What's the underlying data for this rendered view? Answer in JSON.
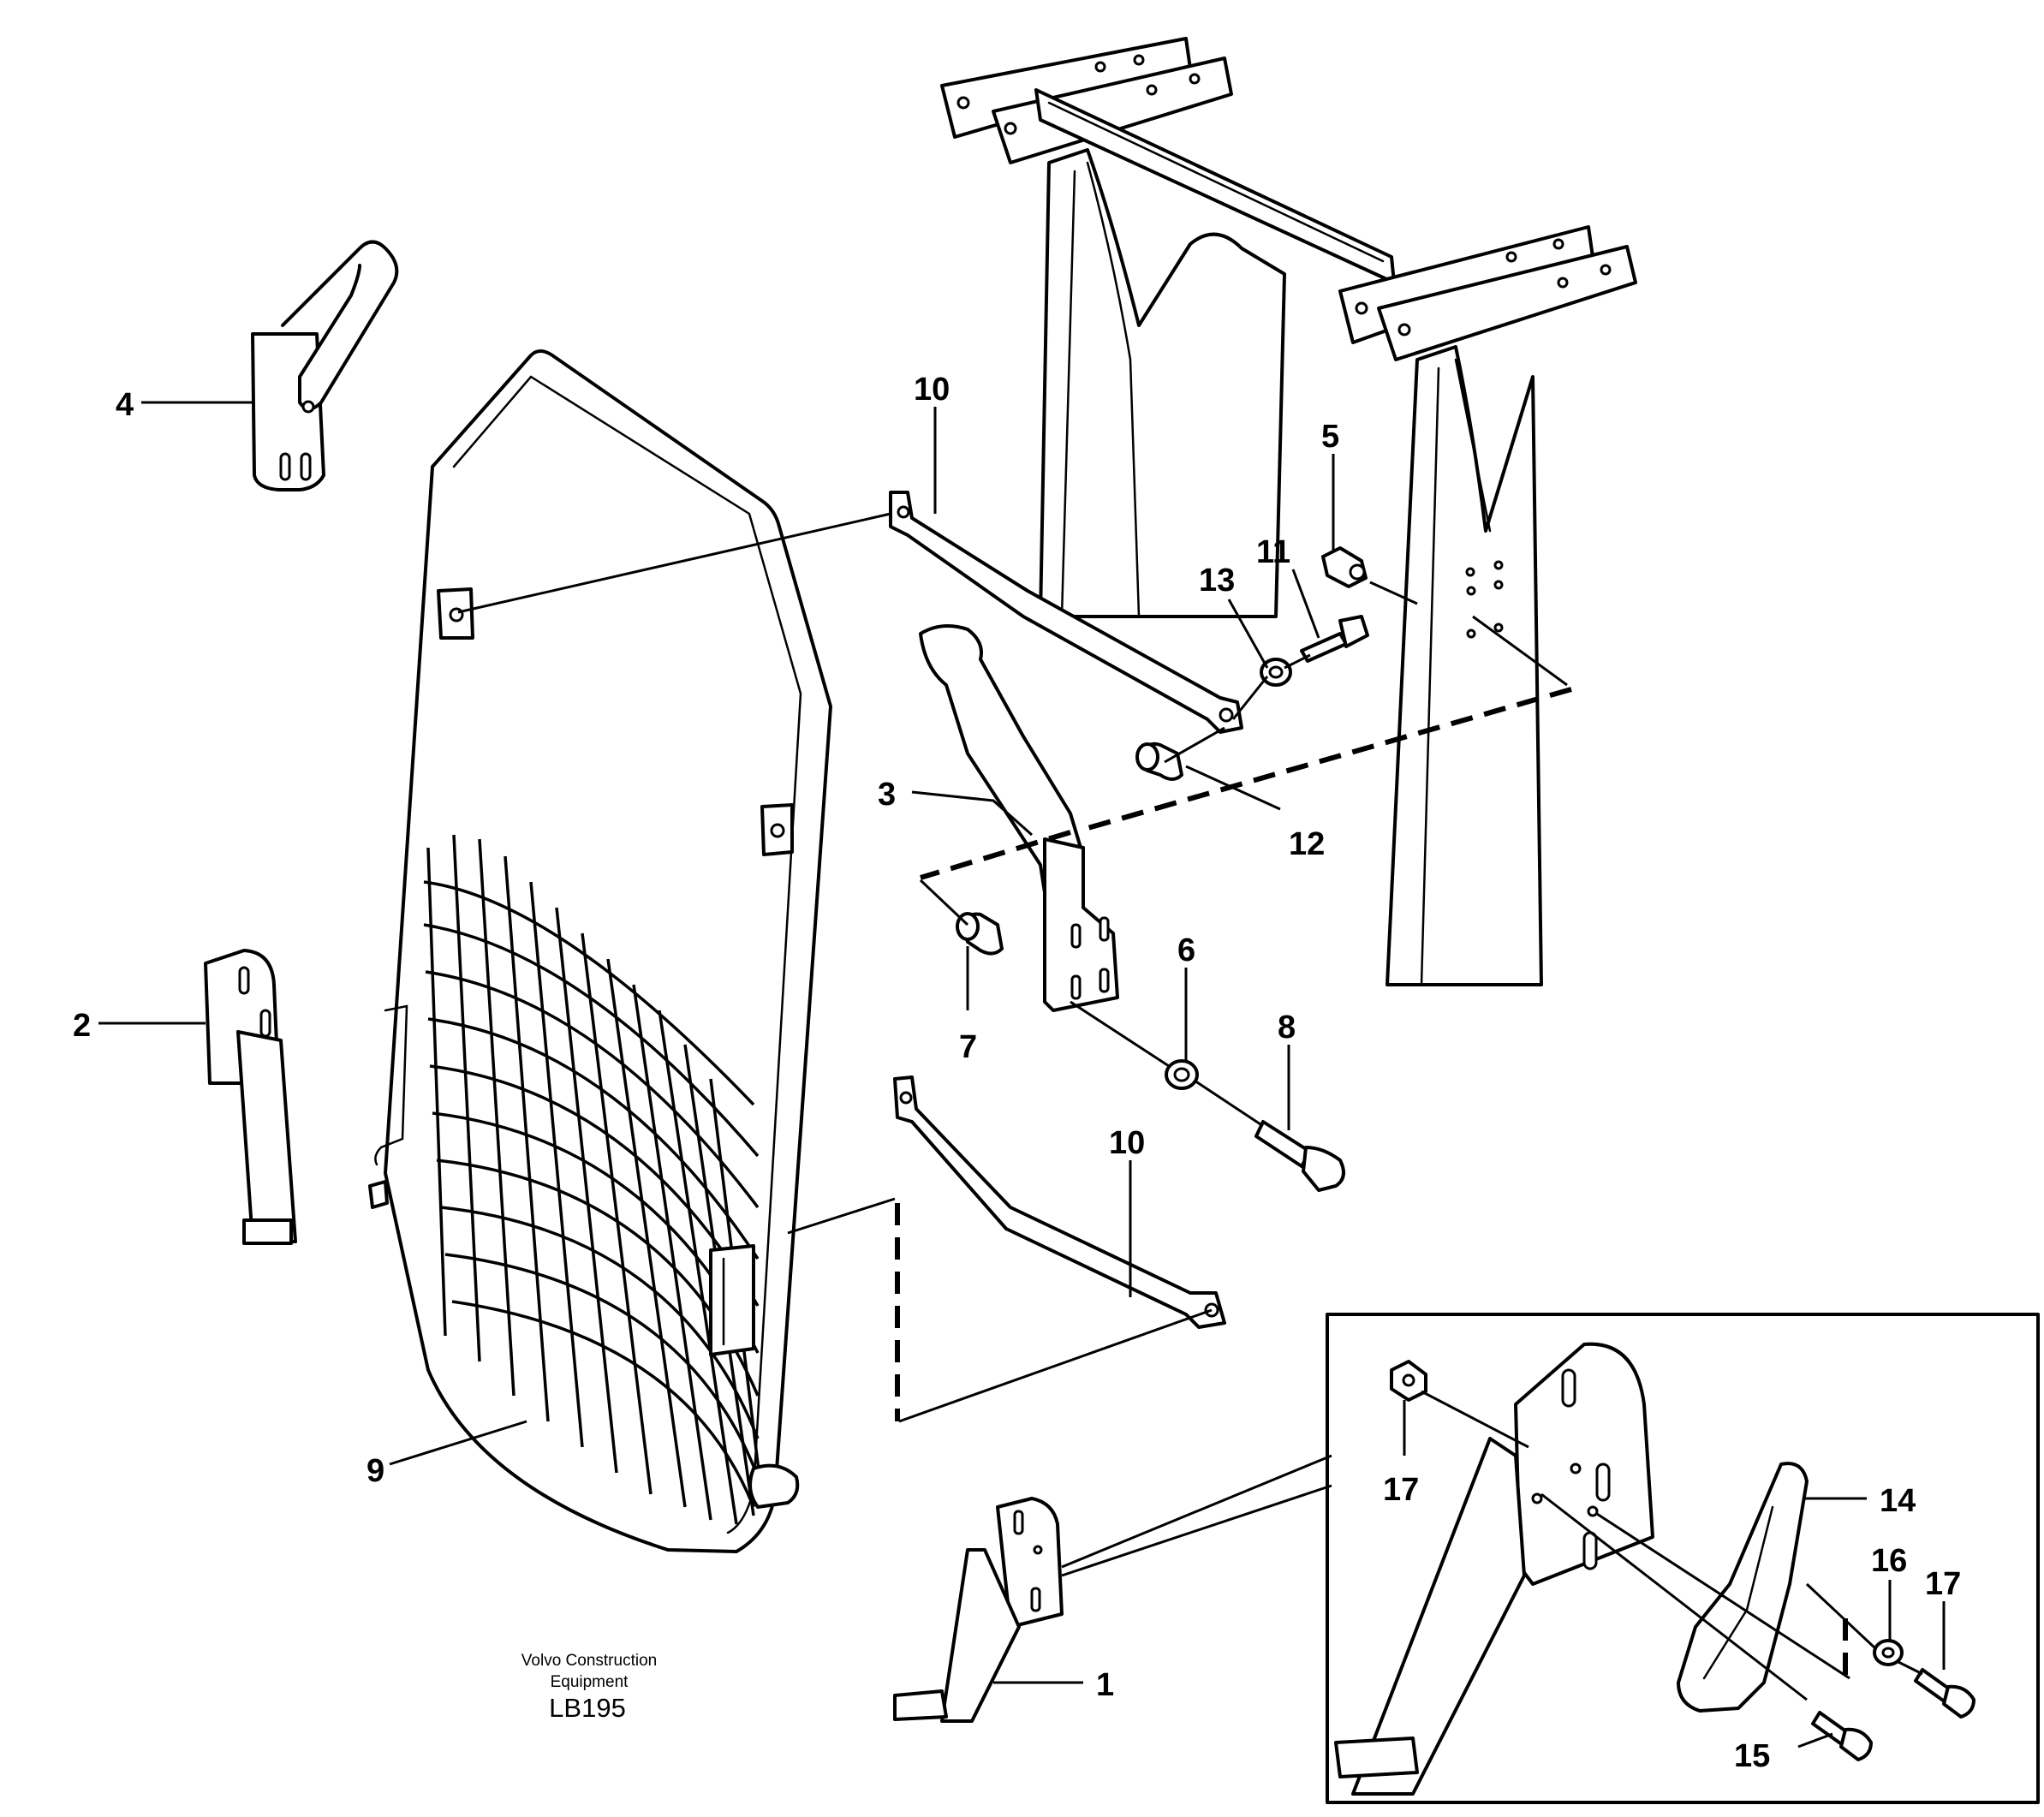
{
  "diagram": {
    "callouts": [
      {
        "id": "c4",
        "label": "4"
      },
      {
        "id": "c10a",
        "label": "10"
      },
      {
        "id": "c5",
        "label": "5"
      },
      {
        "id": "c13",
        "label": "13"
      },
      {
        "id": "c11",
        "label": "11"
      },
      {
        "id": "c3",
        "label": "3"
      },
      {
        "id": "c12",
        "label": "12"
      },
      {
        "id": "c2",
        "label": "2"
      },
      {
        "id": "c6",
        "label": "6"
      },
      {
        "id": "c7",
        "label": "7"
      },
      {
        "id": "c8",
        "label": "8"
      },
      {
        "id": "c10b",
        "label": "10"
      },
      {
        "id": "c9",
        "label": "9"
      },
      {
        "id": "c17a",
        "label": "17"
      },
      {
        "id": "c14",
        "label": "14"
      },
      {
        "id": "c16",
        "label": "16"
      },
      {
        "id": "c17b",
        "label": "17"
      },
      {
        "id": "c15",
        "label": "15"
      },
      {
        "id": "c1",
        "label": "1"
      }
    ],
    "credit": {
      "line1": "Volvo Construction",
      "line2": "Equipment",
      "code": "LB195"
    }
  }
}
